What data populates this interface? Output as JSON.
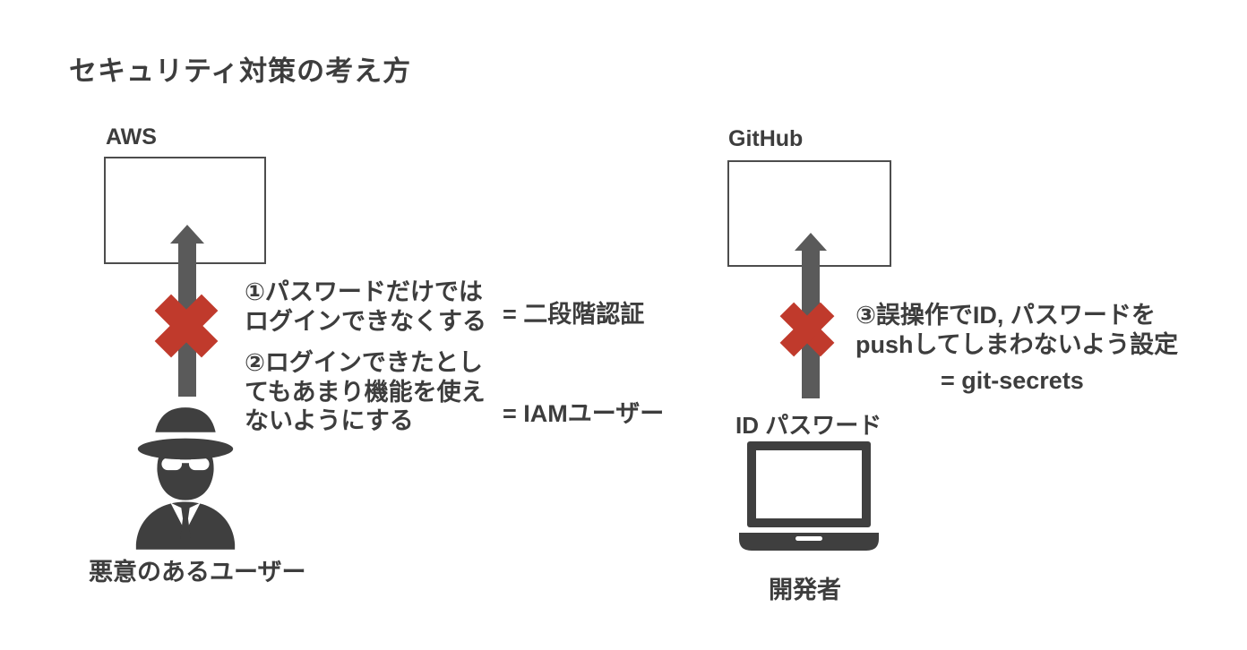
{
  "title": "セキュリティ対策の考え方",
  "colors": {
    "text": "#3d3d3d",
    "arrow": "#5a5a5a",
    "cross": "#c03a2c",
    "icon": "#3f3f3f",
    "box_border": "#4d4d4d",
    "background": "#ffffff"
  },
  "left": {
    "target_label": "AWS",
    "actor_label": "悪意のあるユーザー",
    "actor_icon": "spy-icon",
    "notes": [
      {
        "lines": [
          "①パスワードだけでは",
          "ログインできなくする"
        ],
        "equals": "= 二段階認証"
      },
      {
        "lines": [
          "②ログインできたとし",
          "てもあまり機能を使え",
          "ないようにする"
        ],
        "equals": "= IAMユーザー"
      }
    ]
  },
  "right": {
    "target_label": "GitHub",
    "payload_label": "ID パスワード",
    "actor_label": "開発者",
    "actor_icon": "laptop-icon",
    "notes": [
      {
        "lines": [
          "③誤操作でID, パスワードを",
          "pushしてしまわないよう設定"
        ],
        "equals": "= git-secrets"
      }
    ]
  }
}
